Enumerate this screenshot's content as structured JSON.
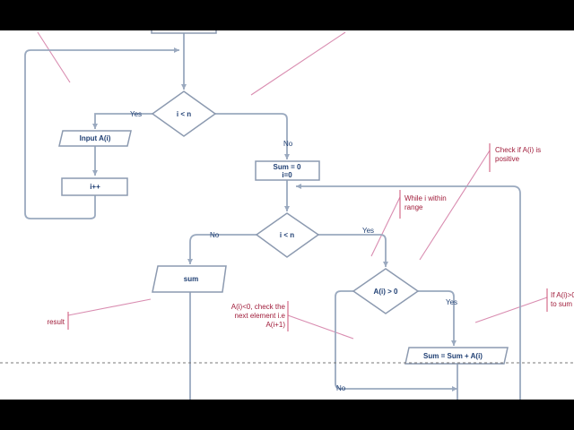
{
  "nodes": {
    "decision_top": "i < n",
    "input": "Input A(i)",
    "increment": "i++",
    "init_sum": "Sum = 0",
    "init_i": "i=0",
    "decision_loop": "i < n",
    "sum_out": "sum",
    "decision_positive": "A(i) > 0",
    "accumulate": "Sum = Sum + A(i)"
  },
  "edges": {
    "top_yes": "Yes",
    "top_no": "No",
    "loop_no": "No",
    "loop_yes": "Yes",
    "positive_yes": "Yes",
    "positive_no": "No"
  },
  "notes": {
    "check_positive": [
      "Check if A(i) is",
      "positive"
    ],
    "within_range": [
      "While i within",
      "range"
    ],
    "negative_next": [
      "A(i)<0, check the",
      "next element i.e",
      "A(i+1)"
    ],
    "if_positive": [
      "If A(i)>0",
      "to sum"
    ],
    "result": "result"
  },
  "colors": {
    "shape_stroke": "#8c9ab0",
    "connector": "#9aa9bf",
    "node_text": "#1f3f73",
    "annotation_text": "#a01c3a",
    "annotation_line": "#d98cb0"
  }
}
